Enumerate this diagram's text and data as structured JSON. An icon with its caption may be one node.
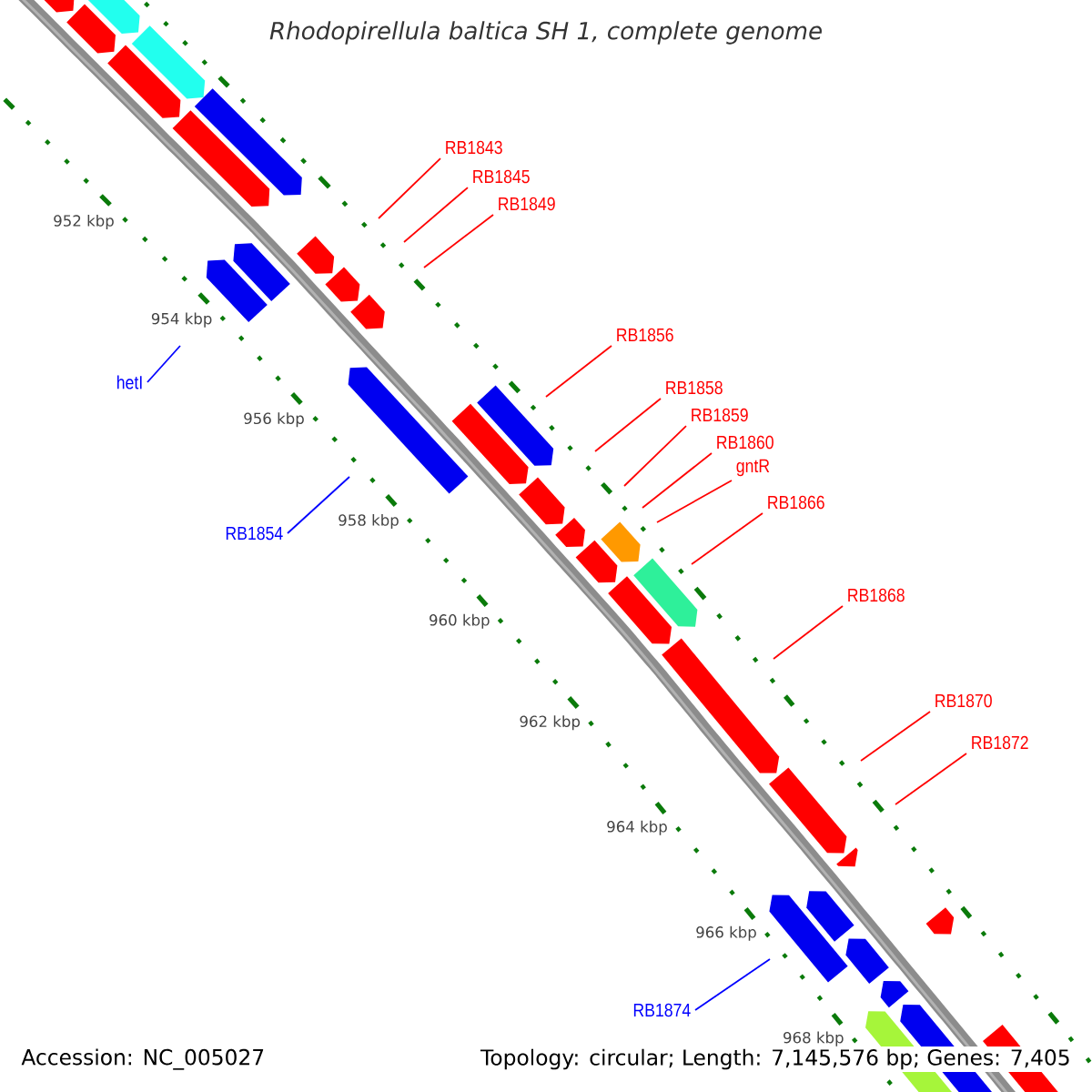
{
  "diagram": {
    "title": "Rhodopirellula baltica SH 1, complete genome",
    "nodes": [
      {
        "text": [
          "RB1843"
        ]
      },
      {
        "text": [
          "RB1845"
        ]
      },
      {
        "text": [
          "RB1849"
        ]
      },
      {
        "text": [
          "RB1856"
        ]
      },
      {
        "text": [
          "hetI"
        ]
      },
      {
        "text": [
          "RB1858"
        ]
      },
      {
        "text": [
          "RB1859"
        ]
      },
      {
        "text": [
          "RB1860"
        ]
      },
      {
        "text": [
          "gntR"
        ]
      },
      {
        "text": [
          "RB1866"
        ]
      },
      {
        "text": [
          "RB1854"
        ]
      },
      {
        "text": [
          "RB1868"
        ]
      },
      {
        "text": [
          "RB1870"
        ]
      },
      {
        "text": [
          "RB1872"
        ]
      },
      {
        "text": [
          "RB1874"
        ]
      }
    ],
    "edges": [
      {
        "from": 0,
        "to": null,
        "arrow": "none"
      },
      {
        "from": 1,
        "to": null,
        "arrow": "none"
      },
      {
        "from": 2,
        "to": null,
        "arrow": "none"
      },
      {
        "from": 3,
        "to": null,
        "arrow": "none"
      },
      {
        "from": 4,
        "to": null,
        "arrow": "none",
        "color": "#0000ff"
      },
      {
        "from": 5,
        "to": null,
        "arrow": "none"
      },
      {
        "from": 6,
        "to": null,
        "arrow": "none"
      },
      {
        "from": 7,
        "to": null,
        "arrow": "none"
      },
      {
        "from": 8,
        "to": null,
        "arrow": "none"
      },
      {
        "from": 9,
        "to": null,
        "arrow": "none"
      },
      {
        "from": 10,
        "to": null,
        "arrow": "none",
        "color": "#0000ff"
      },
      {
        "from": 11,
        "to": null,
        "arrow": "none"
      },
      {
        "from": 12,
        "to": null,
        "arrow": "none"
      },
      {
        "from": 13,
        "to": null,
        "arrow": "none"
      },
      {
        "from": 14,
        "to": null,
        "arrow": "none",
        "color": "#0000ff"
      }
    ],
    "labels": [
      "952 kbp",
      "954 kbp",
      "956 kbp",
      "958 kbp",
      "960 kbp",
      "962 kbp",
      "964 kbp",
      "966 kbp",
      "968 kbp",
      "Accession: NC_005027",
      "Topology: circular; Length: 7,145,576 bp; Genes: 7,405"
    ]
  }
}
